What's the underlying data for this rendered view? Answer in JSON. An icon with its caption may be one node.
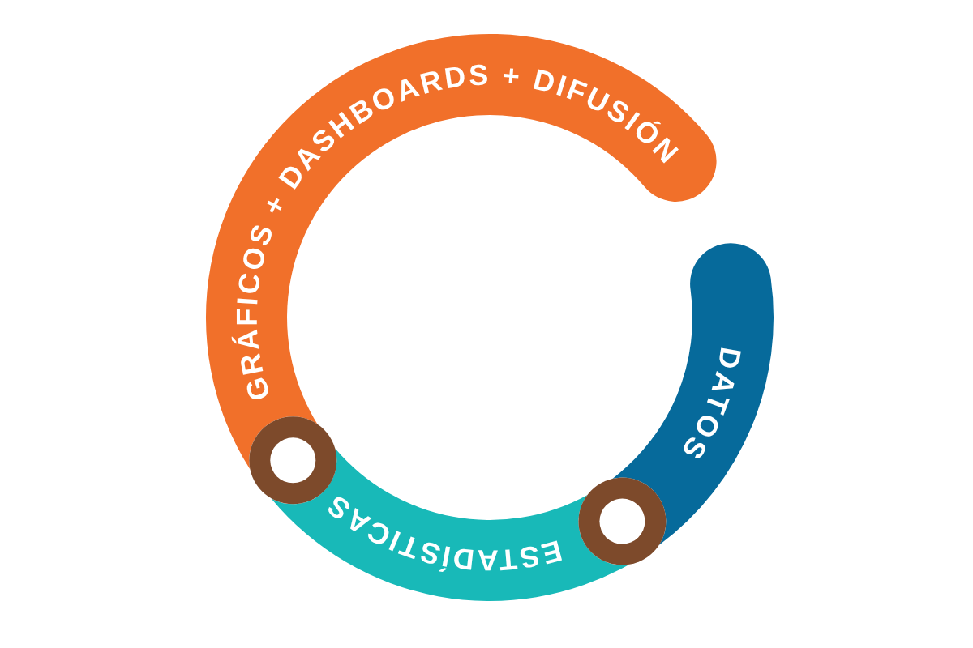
{
  "diagram": {
    "nodes": [
      {
        "text": [
          "GRÁFICOS + DASHBOARDS + DIFUSIÓN"
        ]
      },
      {
        "text": [
          "DATOS"
        ]
      },
      {
        "text": [
          "ESTADÍSTICAS"
        ]
      },
      {
        "text": [],
        "shape": "ring"
      },
      {
        "text": [],
        "shape": "ring"
      }
    ]
  }
}
